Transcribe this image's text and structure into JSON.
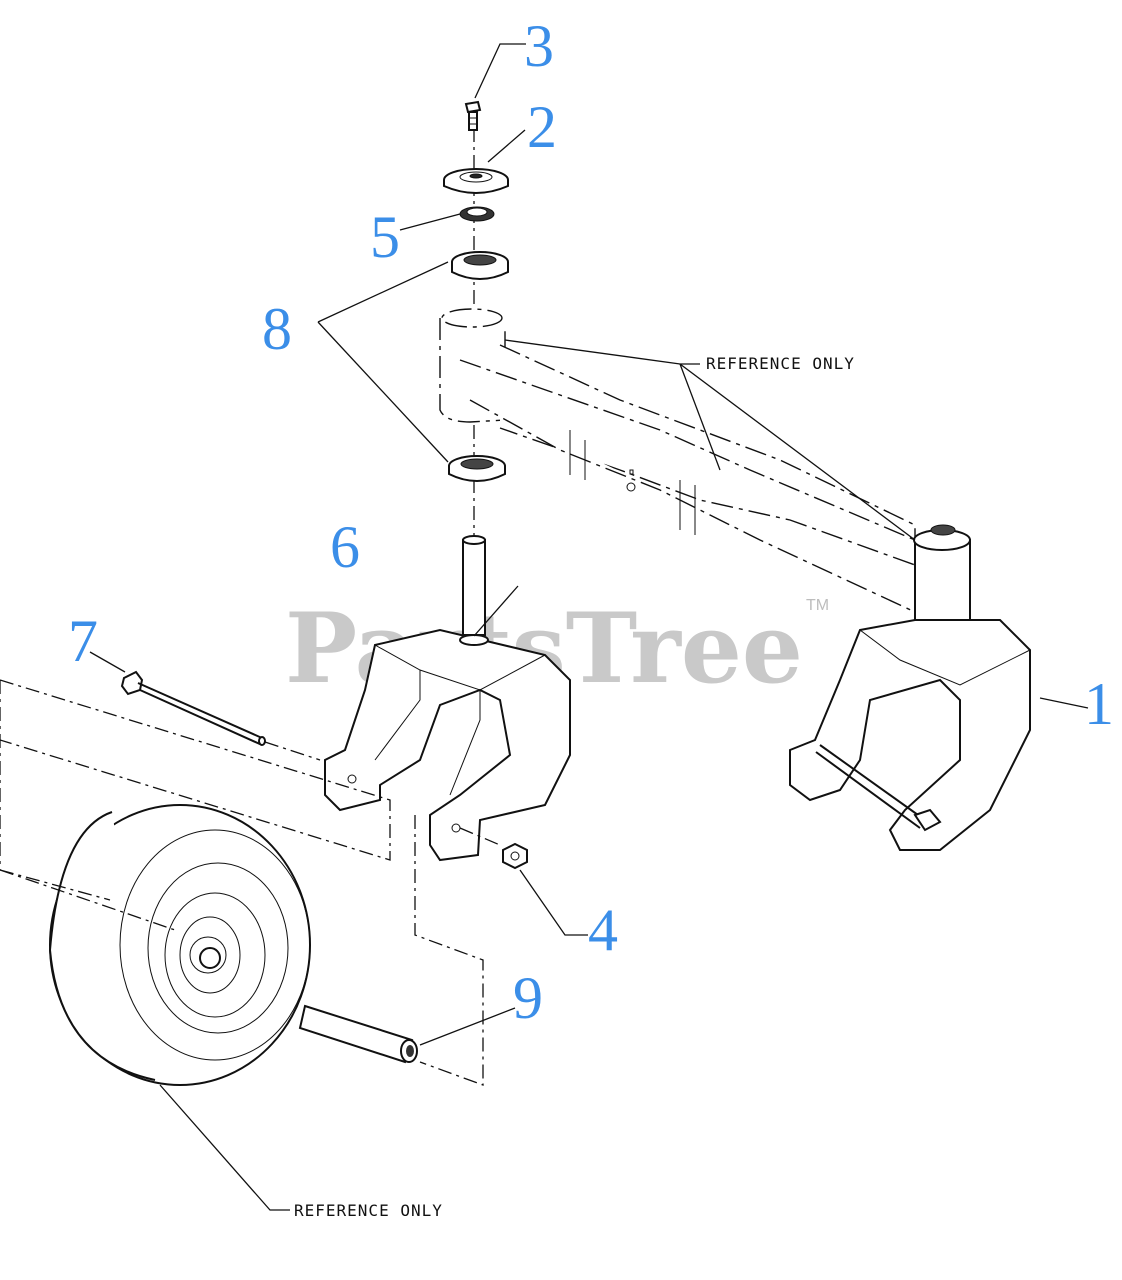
{
  "callouts": {
    "c1": "1",
    "c2": "2",
    "c3": "3",
    "c4": "4",
    "c5": "5",
    "c6": "6",
    "c7": "7",
    "c8": "8",
    "c9": "9"
  },
  "notes": {
    "reference_axle": "REFERENCE ONLY",
    "reference_tire": "REFERENCE ONLY"
  },
  "watermark": {
    "brand": "PartsTree",
    "tm": "TM"
  },
  "colors": {
    "callout": "#3b8ee8",
    "line": "#111111",
    "watermark": "#c9c9c9"
  }
}
